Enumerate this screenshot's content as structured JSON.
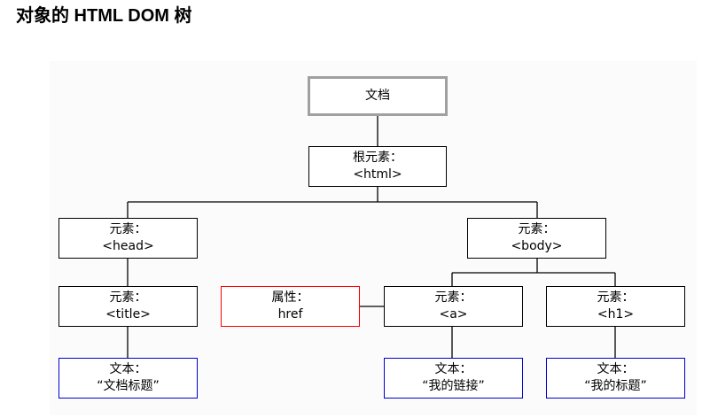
{
  "page": {
    "title": "对象的 HTML DOM 树"
  },
  "diagram": {
    "document": {
      "label": "文档"
    },
    "root": {
      "type": "根元素：",
      "value": "<html>"
    },
    "head": {
      "type": "元素：",
      "value": "<head>"
    },
    "body": {
      "type": "元素：",
      "value": "<body>"
    },
    "title": {
      "type": "元素：",
      "value": "<title>"
    },
    "attribute": {
      "type": "属性：",
      "value": "href"
    },
    "a": {
      "type": "元素：",
      "value": "<a>"
    },
    "h1": {
      "type": "元素：",
      "value": "<h1>"
    },
    "title_text": {
      "type": "文本：",
      "value": "“文档标题”"
    },
    "a_text": {
      "type": "文本：",
      "value": "“我的链接”"
    },
    "h1_text": {
      "type": "文本：",
      "value": "“我的标题”"
    }
  },
  "colors": {
    "document_border": "#a0a0a0",
    "element_border": "#000000",
    "attribute_border": "#ff0000",
    "text_border": "#0000d0"
  }
}
